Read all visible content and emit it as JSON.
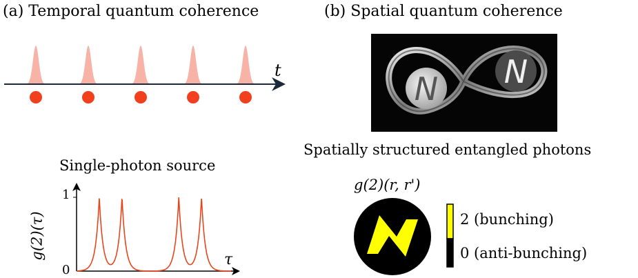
{
  "panel_a": {
    "title": "(a) Temporal quantum coherence",
    "time_axis_label": "t",
    "pulse_color": "#f6b3a6",
    "photon_color": "#f2401f",
    "pulse_count": 5,
    "photon_count": 5
  },
  "panel_b": {
    "title": "(b) Spatial quantum coherence",
    "image_caption": "Spatially structured entangled photons",
    "correlation_label": "g(2)(r, r')",
    "legend": {
      "high_label": "2 (bunching)",
      "low_label": "0 (anti-bunching)",
      "high_color": "#ffff00",
      "low_color": "#000000"
    }
  },
  "chart_data": {
    "type": "line",
    "title": "Single-photon source",
    "xlabel": "τ",
    "ylabel": "g(2)(τ)",
    "ylim": [
      0,
      1
    ],
    "yticks": [
      "1",
      "0"
    ],
    "series_color": "#e8451c",
    "peaks_x": [
      1.0,
      2.0,
      4.5,
      5.5
    ],
    "peak_value": 1,
    "xlim": [
      0,
      6.8
    ]
  }
}
